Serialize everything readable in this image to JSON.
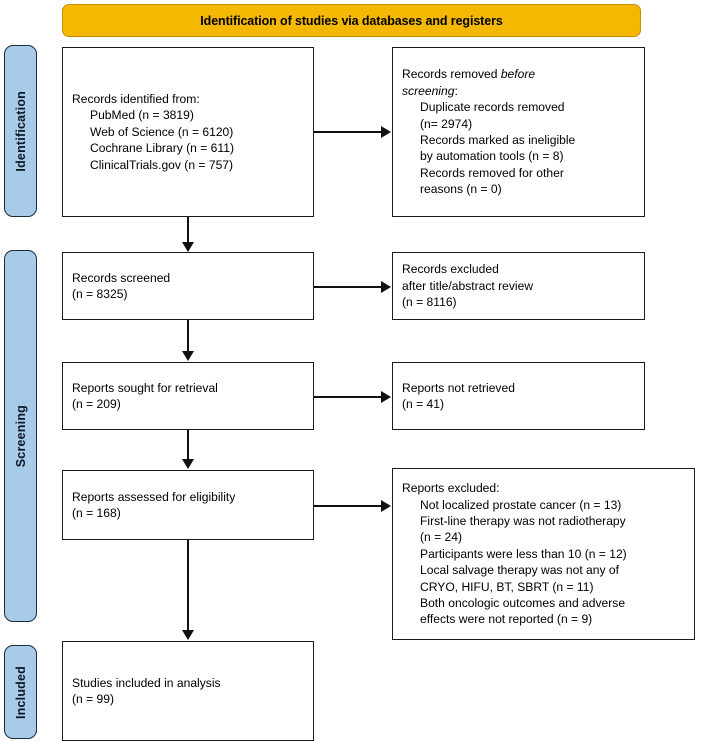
{
  "banner": {
    "title": "Identification of studies via databases and registers",
    "color": "#F5B800"
  },
  "stages": [
    {
      "label": "Identification"
    },
    {
      "label": "Screening"
    },
    {
      "label": "Included"
    }
  ],
  "boxes": {
    "identified": {
      "name": "records-identified",
      "lines": [
        "Records identified from:",
        "PubMed (n = 3819)",
        "Web of Science (n = 6120)",
        "Cochrane Library (n = 611)",
        "ClinicalTrials.gov (n = 757)"
      ]
    },
    "removed": {
      "name": "records-removed-before-screening",
      "head_a": "Records removed ",
      "head_b": "before",
      "head_c": "screening",
      "head_d": ":",
      "lines": [
        "Duplicate records removed",
        "(n= 2974)",
        "Records marked as ineligible",
        "by automation tools (n = 8)",
        "Records removed for other",
        "reasons (n = 0)"
      ]
    },
    "screened": {
      "name": "records-screened",
      "lines": [
        "Records screened",
        "(n = 8325)"
      ]
    },
    "excluded1": {
      "name": "records-excluded",
      "lines": [
        "Records excluded",
        "after title/abstract review",
        "(n = 8116)"
      ]
    },
    "sought": {
      "name": "reports-sought-for-retrieval",
      "lines": [
        "Reports sought for retrieval",
        "(n = 209)"
      ]
    },
    "not_retrieved": {
      "name": "reports-not-retrieved",
      "lines": [
        "Reports not retrieved",
        "(n = 41)"
      ]
    },
    "assessed": {
      "name": "reports-assessed-for-eligibility",
      "lines": [
        "Reports assessed for eligibility",
        "(n = 168)"
      ]
    },
    "excluded2": {
      "name": "reports-excluded",
      "heading": "Reports excluded:",
      "lines": [
        "Not localized prostate cancer (n = 13)",
        "First-line therapy was not radiotherapy",
        "(n = 24)",
        "Participants were less than 10 (n = 12)",
        "Local salvage therapy was not any of",
        "CRYO, HIFU, BT, SBRT (n = 11)",
        "Both oncologic outcomes and adverse",
        "effects were not reported (n = 9)"
      ]
    },
    "included": {
      "name": "studies-included-in-analysis",
      "lines": [
        "Studies included in analysis",
        "(n = 99)"
      ]
    }
  },
  "chart_data": {
    "type": "diagram",
    "title": "PRISMA 2020 flow diagram",
    "nodes": [
      {
        "id": "identified",
        "stage": "Identification",
        "column": "left",
        "count": 8325,
        "sources": [
          {
            "name": "PubMed",
            "n": 3819
          },
          {
            "name": "Web of Science",
            "n": 6120
          },
          {
            "name": "Cochrane Library",
            "n": 611
          },
          {
            "name": "ClinicalTrials.gov",
            "n": 757
          }
        ]
      },
      {
        "id": "removed",
        "stage": "Identification",
        "column": "right",
        "items": [
          {
            "reason": "Duplicate records removed",
            "n": 2974
          },
          {
            "reason": "Records marked as ineligible by automation tools",
            "n": 8
          },
          {
            "reason": "Records removed for other reasons",
            "n": 0
          }
        ]
      },
      {
        "id": "screened",
        "stage": "Screening",
        "column": "left",
        "n": 8325
      },
      {
        "id": "excluded1",
        "stage": "Screening",
        "column": "right",
        "n": 8116,
        "reason": "after title/abstract review"
      },
      {
        "id": "sought",
        "stage": "Screening",
        "column": "left",
        "n": 209
      },
      {
        "id": "not_retrieved",
        "stage": "Screening",
        "column": "right",
        "n": 41
      },
      {
        "id": "assessed",
        "stage": "Screening",
        "column": "left",
        "n": 168
      },
      {
        "id": "excluded2",
        "stage": "Screening",
        "column": "right",
        "items": [
          {
            "reason": "Not localized prostate cancer",
            "n": 13
          },
          {
            "reason": "First-line therapy was not radiotherapy",
            "n": 24
          },
          {
            "reason": "Participants were less than 10",
            "n": 12
          },
          {
            "reason": "Local salvage therapy was not any of CRYO, HIFU, BT, SBRT",
            "n": 11
          },
          {
            "reason": "Both oncologic outcomes and adverse effects were not reported",
            "n": 9
          }
        ]
      },
      {
        "id": "included",
        "stage": "Included",
        "column": "left",
        "n": 99
      }
    ],
    "edges": [
      {
        "from": "identified",
        "to": "removed",
        "direction": "right"
      },
      {
        "from": "identified",
        "to": "screened",
        "direction": "down"
      },
      {
        "from": "screened",
        "to": "excluded1",
        "direction": "right"
      },
      {
        "from": "screened",
        "to": "sought",
        "direction": "down"
      },
      {
        "from": "sought",
        "to": "not_retrieved",
        "direction": "right"
      },
      {
        "from": "sought",
        "to": "assessed",
        "direction": "down"
      },
      {
        "from": "assessed",
        "to": "excluded2",
        "direction": "right"
      },
      {
        "from": "assessed",
        "to": "included",
        "direction": "down"
      }
    ]
  }
}
